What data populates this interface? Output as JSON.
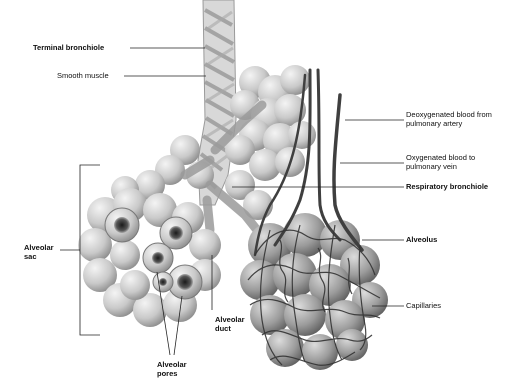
{
  "labels": {
    "terminal_bronchiole": "Terminal bronchiole",
    "smooth_muscle": "Smooth muscle",
    "deoxygenated_blood": "Deoxygenated blood from\npulmonary artery",
    "oxygenated_blood": "Oxygenated blood to\npulmonary vein",
    "respiratory_bronchiole": "Respiratory bronchiole",
    "alveolar_sac": "Alveolar\nsac",
    "alveolus": "Alveolus",
    "alveolar_duct": "Alveolar\nduct",
    "capillaries": "Capillaries",
    "alveolar_pores": "Alveolar\npores"
  },
  "colors": {
    "tissue": "#cfcfcf",
    "tissue_dark": "#8a8a8a",
    "vessel": "#3f3f3f",
    "leader": "#222222"
  }
}
